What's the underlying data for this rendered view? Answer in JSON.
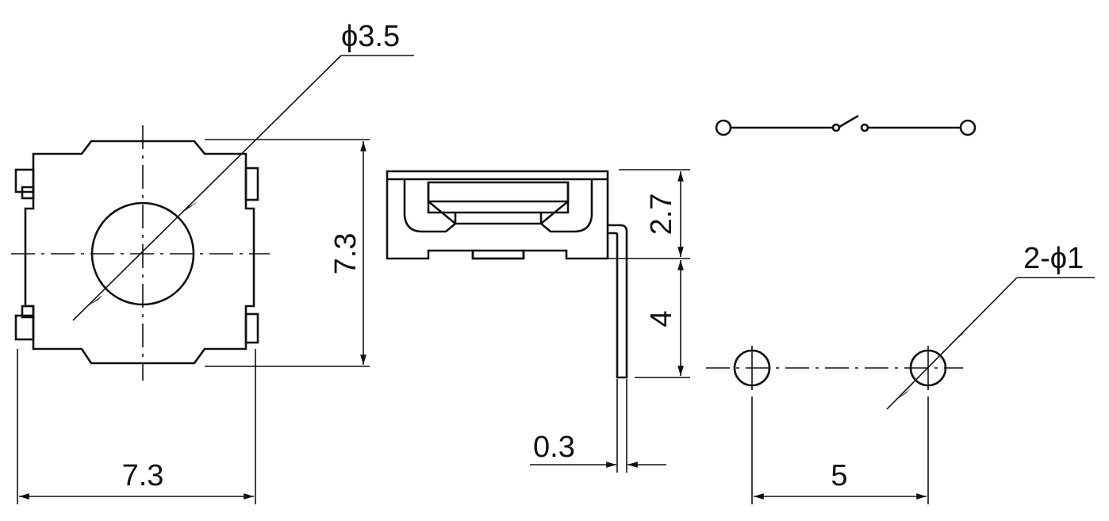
{
  "dimensions": {
    "hole_diameter": "ϕ3.5",
    "body_width": "7.3",
    "body_height": "7.3",
    "side_height": "2.7",
    "lead_length": "4",
    "lead_thickness": "0.3",
    "pin_holes": "2-ϕ1",
    "pin_spacing": "5"
  }
}
